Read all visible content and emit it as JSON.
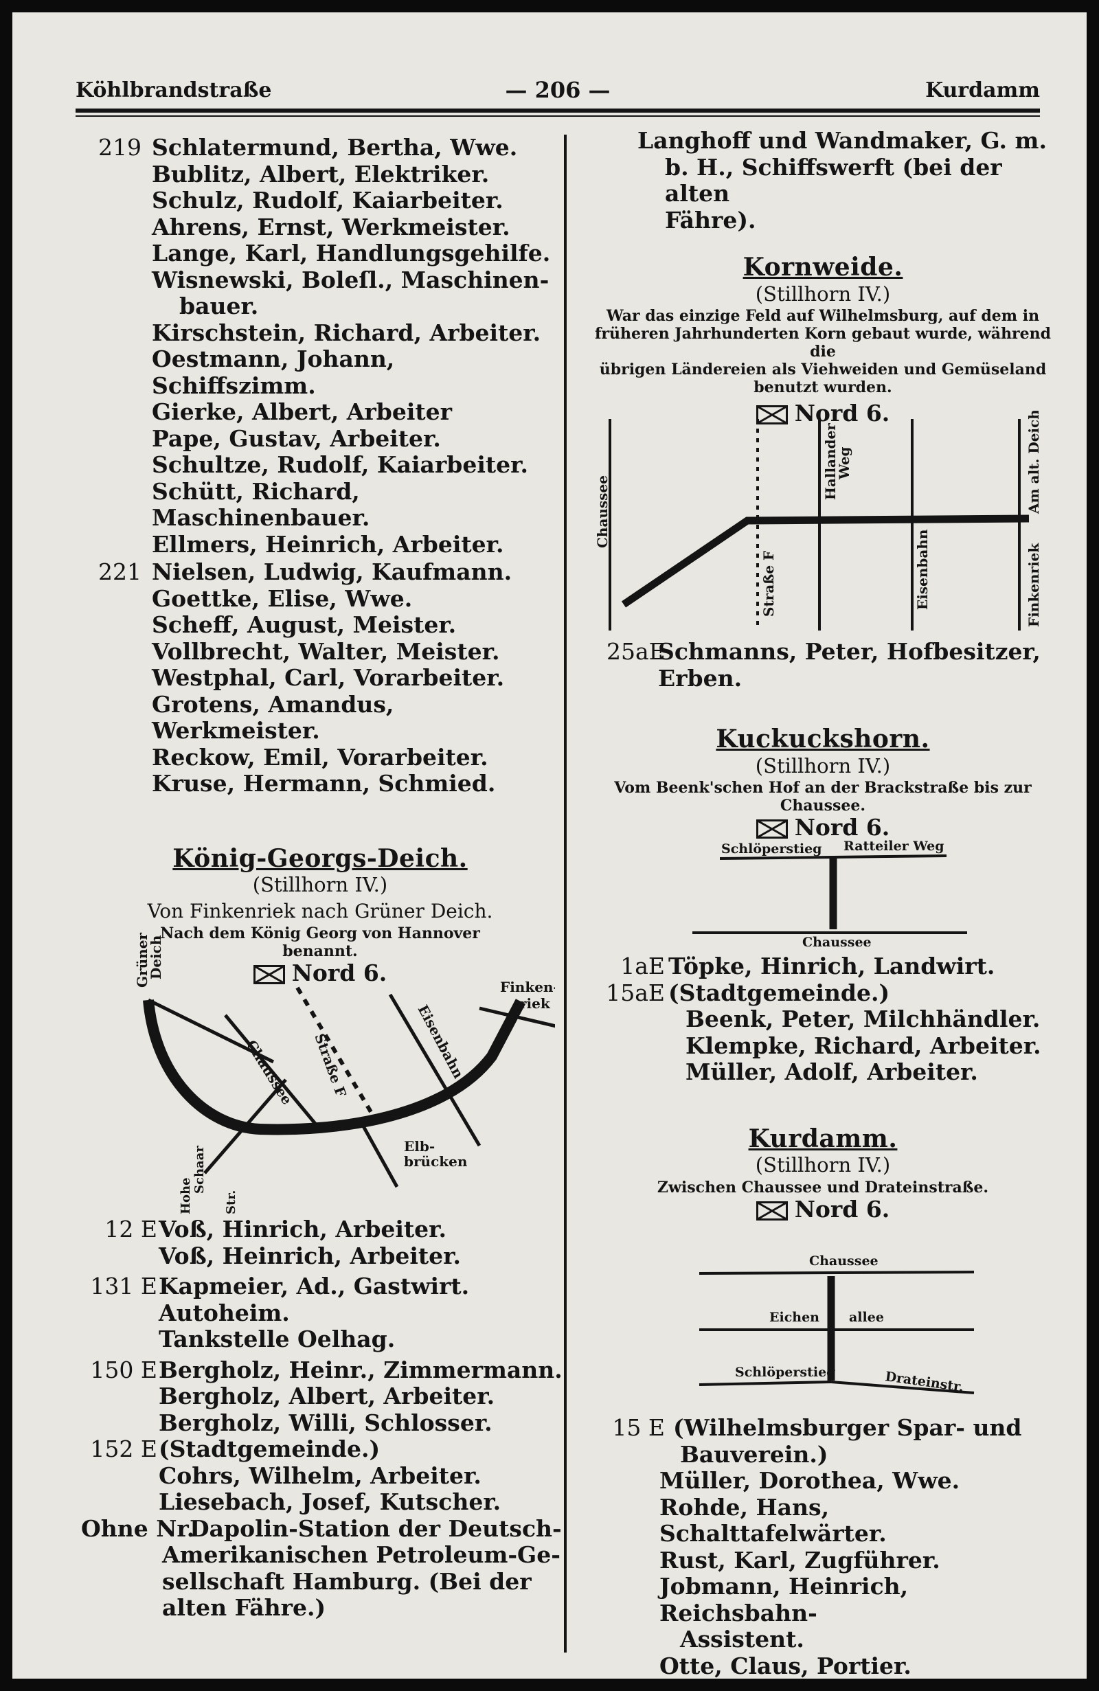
{
  "header": {
    "left": "Köhlbrandstraße",
    "center": "— 206 —",
    "right": "Kurdamm"
  },
  "left_column": {
    "group_219": {
      "number": "219",
      "lines": [
        "Schlatermund, Bertha, Wwe.",
        "Bublitz, Albert, Elektriker.",
        "Schulz, Rudolf, Kaiarbeiter.",
        "Ahrens, Ernst, Werkmeister.",
        "Lange, Karl, Handlungsgehilfe.",
        "Wisnewski, Boleſl., Maschinen-",
        "bauer.",
        "Kirschstein, Richard, Arbeiter.",
        "Oestmann, Johann, Schiffszimm.",
        "Gierke, Albert, Arbeiter",
        "Pape, Gustav, Arbeiter.",
        "Schultze, Rudolf, Kaiarbeiter.",
        "Schütt, Richard, Maschinenbauer.",
        "Ellmers, Heinrich, Arbeiter."
      ]
    },
    "group_221": {
      "number": "221",
      "lines": [
        "Nielsen, Ludwig, Kaufmann.",
        "Goettke, Elise, Wwe.",
        "Scheff, August, Meister.",
        "Vollbrecht, Walter, Meister.",
        "Westphal, Carl, Vorarbeiter.",
        "Grotens, Amandus, Werkmeister.",
        "Reckow, Emil, Vorarbeiter.",
        "Kruse, Hermann, Schmied."
      ]
    },
    "koenig_georgs_deich": {
      "title": "König-Georgs-Deich.",
      "district": "(Stillhorn IV.)",
      "desc": "Von Finkenriek nach Grüner Deich.",
      "note": "Nach dem König Georg von Hannover benannt.",
      "postal": "Nord 6.",
      "map_labels": {
        "gruener": "Grüner",
        "deich": "Deich",
        "chaussee": "Chaussee",
        "strasse_f": "Straße F",
        "eisenbahn": "Eisenbahn",
        "finken": "Finken-",
        "riek": "riek",
        "elb": "Elb-",
        "bruecken": "brücken",
        "hohe": "Hohe",
        "schaar": "Schaar",
        "str": "Str."
      }
    },
    "entries_bottom": [
      {
        "number": "12 E",
        "lines": [
          "Voß, Hinrich, Arbeiter.",
          "Voß, Heinrich, Arbeiter."
        ]
      },
      {
        "number": "131 E",
        "lines": [
          "Kapmeier, Ad., Gastwirt.",
          "Autoheim.",
          "Tankstelle Oelhag."
        ]
      },
      {
        "number": "150 E",
        "lines": [
          "Bergholz, Heinr., Zimmermann.",
          "Bergholz, Albert, Arbeiter.",
          "Bergholz, Willi, Schlosser."
        ]
      },
      {
        "number": "152 E",
        "lines": [
          "(Stadtgemeinde.)",
          "Cohrs, Wilhelm, Arbeiter.",
          "Liesebach, Josef, Kutscher."
        ]
      }
    ],
    "ohne_nr": {
      "label": "Ohne Nr.",
      "lines": [
        "Dapolin-Station der Deutsch-",
        "Amerikanischen Petroleum-Ge-",
        "sellschaft Hamburg. (Bei der",
        "alten Fähre.)"
      ]
    }
  },
  "right_column": {
    "top_lines": [
      "Langhoff und Wandmaker, G. m.",
      "b. H., Schiffswerft (bei der alten",
      "Fähre)."
    ],
    "kornweide": {
      "title": "Kornweide.",
      "district": "(Stillhorn IV.)",
      "note_lines": [
        "War das einzige Feld auf Wilhelmsburg, auf dem in",
        "früheren Jahrhunderten Korn gebaut wurde, während die",
        "übrigen Ländereien als Viehweiden und Gemüseland",
        "benutzt wurden."
      ],
      "postal": "Nord 6.",
      "map_labels": {
        "chaussee": "Chaussee",
        "strasse_f": "Straße F",
        "hallander": "Hallander",
        "weg": "Weg",
        "eisenbahn": "Eisenbahn",
        "am_alt_deich": "Am alt. Deich",
        "finkenriek": "Finkenriek"
      },
      "entry": {
        "number": "25aE",
        "lines": [
          "Schmanns, Peter, Hofbesitzer,",
          "Erben."
        ]
      }
    },
    "kuckuckshorn": {
      "title": "Kuckuckshorn.",
      "district": "(Stillhorn IV.)",
      "note": "Vom Beenk'schen Hof an der Brackstraße bis zur Chaussee.",
      "postal": "Nord 6.",
      "map_labels": {
        "schloeperstieg": "Schlöperstieg",
        "ratteiler": "Ratteiler Weg",
        "chaussee": "Chaussee"
      },
      "entries": [
        {
          "number": "1aE",
          "lines": [
            "Töpke, Hinrich, Landwirt."
          ]
        },
        {
          "number": "15aE",
          "lines": [
            "(Stadtgemeinde.)",
            "Beenk, Peter, Milchhändler.",
            "Klempke, Richard, Arbeiter.",
            "Müller, Adolf, Arbeiter."
          ]
        }
      ]
    },
    "kurdamm": {
      "title": "Kurdamm.",
      "district": "(Stillhorn IV.)",
      "note": "Zwischen Chaussee und Drateinstraße.",
      "postal": "Nord 6.",
      "map_labels": {
        "chaussee": "Chaussee",
        "eichen": "Eichen",
        "allee": "allee",
        "schloeperstieg": "Schlöperstieg",
        "drateinstr": "Drateinstr."
      },
      "entry": {
        "number": "15 E",
        "lines": [
          "(Wilhelmsburger Spar- und",
          "Bauverein.)",
          "Müller, Dorothea, Wwe.",
          "Rohde, Hans, Schalttafelwärter.",
          "Rust, Karl, Zugführer.",
          "Jobmann, Heinrich, Reichsbahn-",
          "Assistent.",
          "Otte, Claus, Portier."
        ]
      }
    }
  }
}
